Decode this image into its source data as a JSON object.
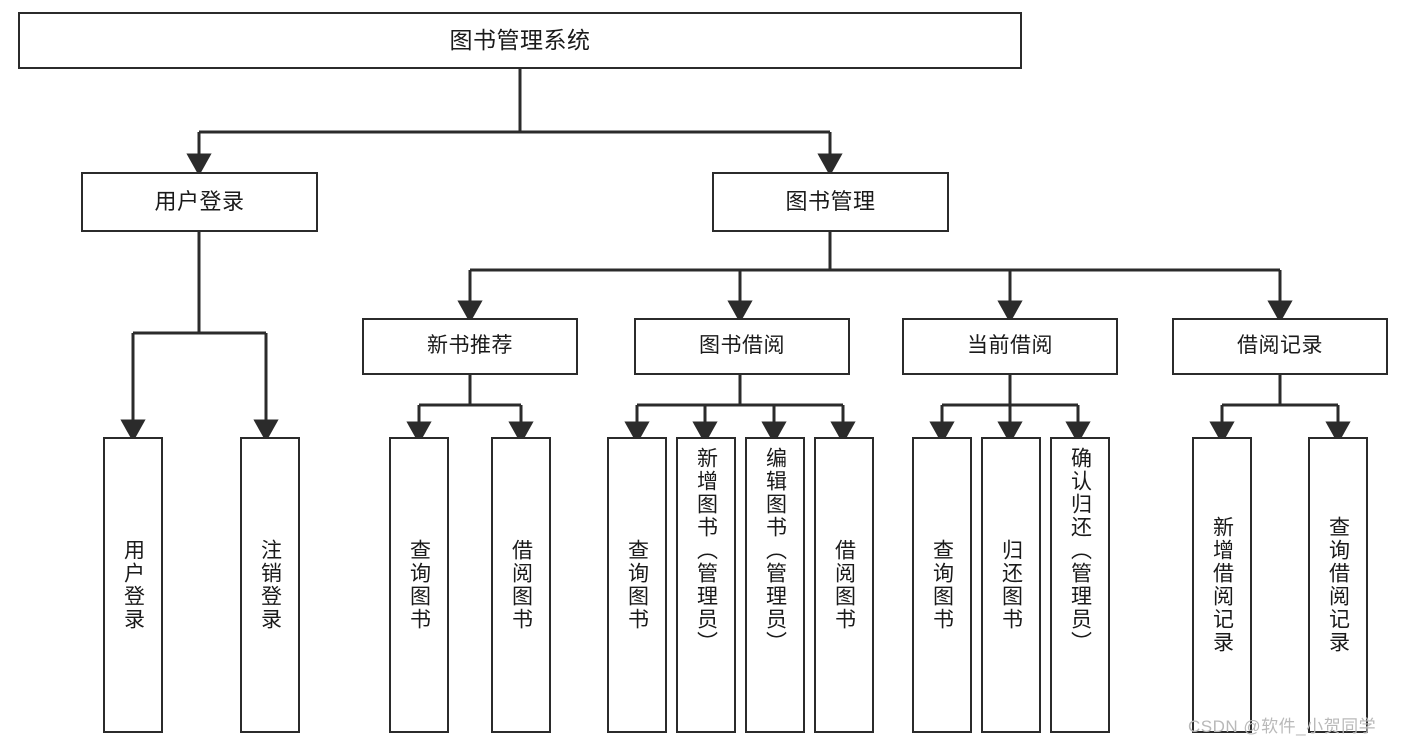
{
  "diagram": {
    "title": "图书管理系统",
    "type": "tree",
    "watermark": "CSDN @软件_小贺同学",
    "colors": {
      "node_border": "#2b2b2b",
      "node_fill": "#ffffff",
      "edge": "#2b2b2b",
      "text": "#1a1a1a",
      "watermark": "#b9b9b9",
      "background": "#ffffff"
    },
    "levels": {
      "root": {
        "label": "图书管理系统"
      },
      "level2": [
        {
          "label": "用户登录"
        },
        {
          "label": "图书管理"
        }
      ],
      "level3": [
        {
          "label": "新书推荐"
        },
        {
          "label": "图书借阅"
        },
        {
          "label": "当前借阅"
        },
        {
          "label": "借阅记录"
        }
      ],
      "leaves": {
        "user_login": [
          {
            "label": "用户登录"
          },
          {
            "label": "注销登录"
          }
        ],
        "new_book_recommend": [
          {
            "label": "查询图书"
          },
          {
            "label": "借阅图书"
          }
        ],
        "book_borrow": [
          {
            "label": "查询图书"
          },
          {
            "label": "新增图书（管理员）"
          },
          {
            "label": "编辑图书（管理员）"
          },
          {
            "label": "借阅图书"
          }
        ],
        "current_borrow": [
          {
            "label": "查询图书"
          },
          {
            "label": "归还图书"
          },
          {
            "label": "确认归还（管理员）"
          }
        ],
        "borrow_record": [
          {
            "label": "新增借阅记录"
          },
          {
            "label": "查询借阅记录"
          }
        ]
      }
    }
  }
}
